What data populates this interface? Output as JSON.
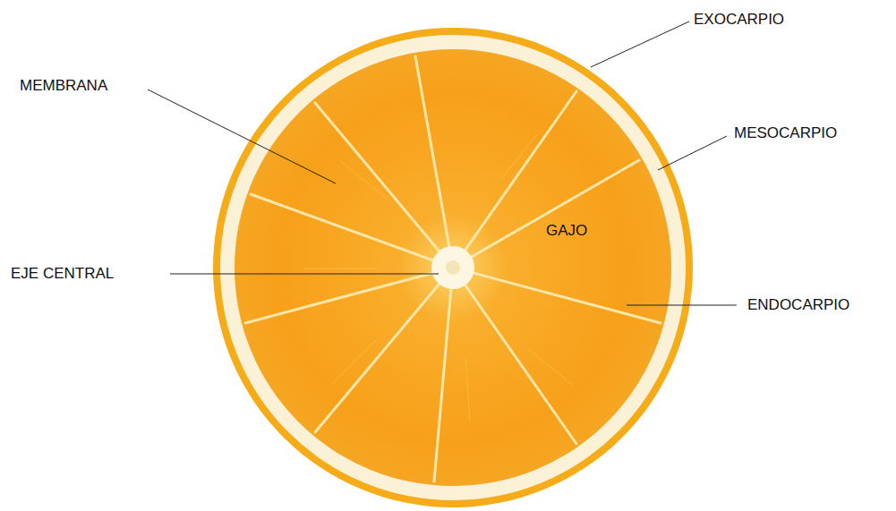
{
  "diagram": {
    "labels": [
      "EXOCARPIO",
      "MEMBRANA",
      "MESOCARPIO",
      "GAJO",
      "EJE CENTRAL",
      "ENDOCARPIO"
    ]
  }
}
